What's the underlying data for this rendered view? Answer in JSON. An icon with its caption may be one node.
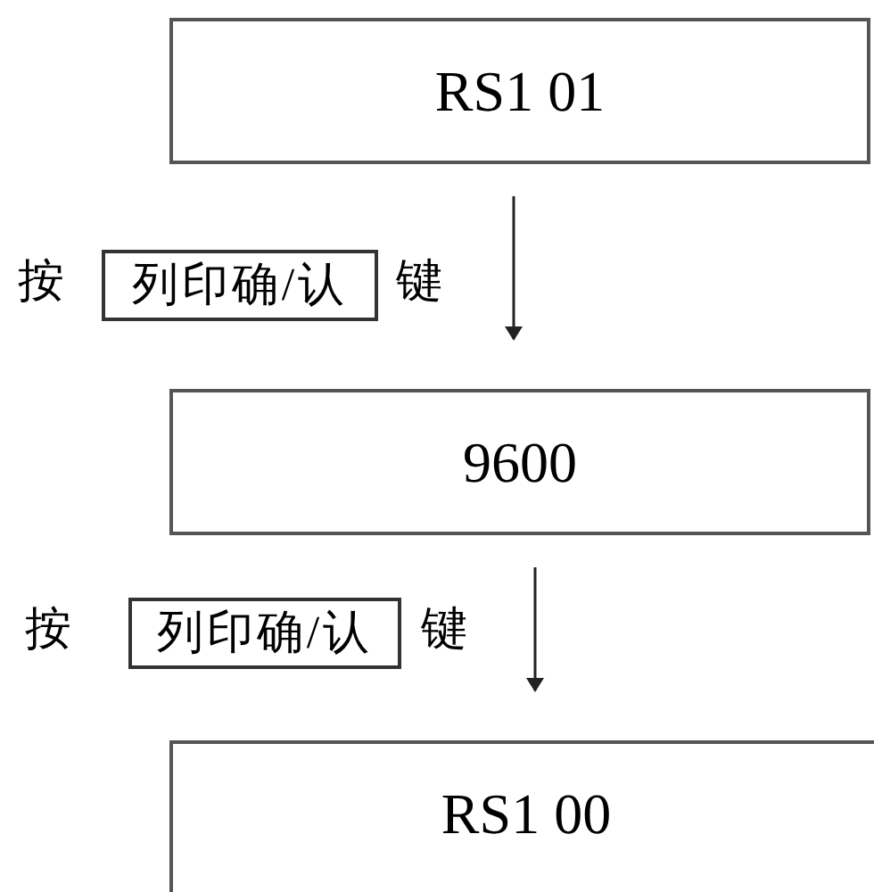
{
  "diagram": {
    "nodes": [
      {
        "text": [
          "RS1 01"
        ]
      },
      {
        "text": [
          "列印确/认"
        ]
      },
      {
        "text": [
          "9600"
        ]
      },
      {
        "text": [
          "列印确/认"
        ]
      },
      {
        "text": [
          "RS1 00"
        ]
      }
    ],
    "edges": [
      {
        "from": 0,
        "to": 2,
        "arrow": "to"
      },
      {
        "from": 2,
        "to": 4,
        "arrow": "to"
      }
    ],
    "labels": [
      "按",
      "键",
      "按",
      "键"
    ]
  }
}
